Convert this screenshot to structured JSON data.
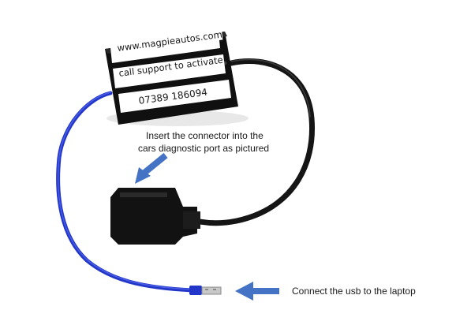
{
  "device": {
    "label_website": "www.magpieautos.com",
    "label_activate": "call support to activate",
    "label_phone": "07389 186094"
  },
  "instructions": {
    "connector_line1": "Insert the connector into the",
    "connector_line2": "cars diagnostic port as pictured",
    "usb": "Connect the usb to the laptop"
  },
  "colors": {
    "arrow": "#4472c4",
    "usb_cable": "#2236c9",
    "device_body": "#101010"
  }
}
